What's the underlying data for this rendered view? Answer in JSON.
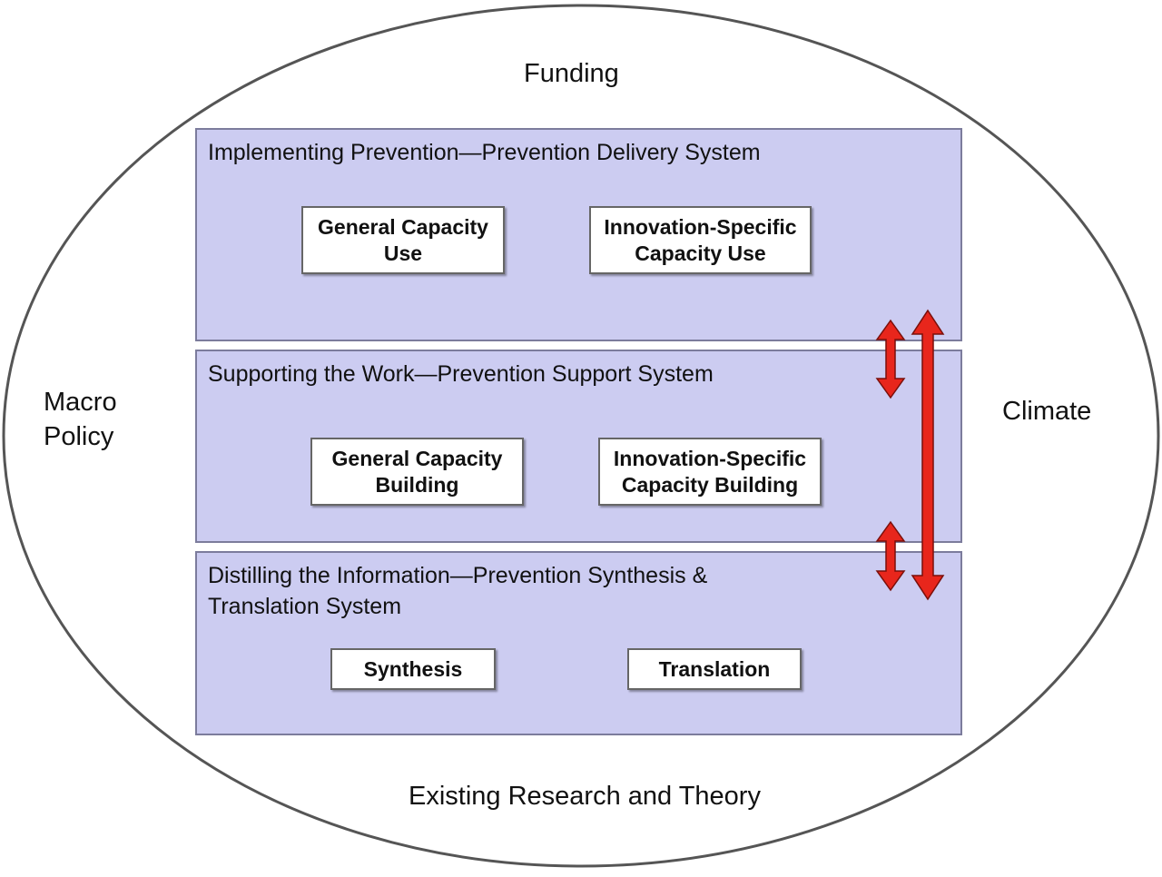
{
  "context": {
    "top": "Funding",
    "left": [
      "Macro",
      "Policy"
    ],
    "right": "Climate",
    "bottom": "Existing Research and Theory"
  },
  "systems": [
    {
      "title": [
        "Implementing Prevention—Prevention Delivery System"
      ],
      "components": [
        [
          "General Capacity",
          "Use"
        ],
        [
          "Innovation-Specific",
          "Capacity Use"
        ]
      ]
    },
    {
      "title": [
        "Supporting the Work—Prevention Support System"
      ],
      "components": [
        [
          "General Capacity",
          "Building"
        ],
        [
          "Innovation-Specific",
          "Capacity Building"
        ]
      ]
    },
    {
      "title": [
        "Distilling the Information—Prevention Synthesis &",
        "Translation System"
      ],
      "components": [
        [
          "Synthesis"
        ],
        [
          "Translation"
        ]
      ]
    }
  ],
  "colors": {
    "panel_fill": "#ccccf1",
    "arrow_fill": "#e8261c",
    "ellipse_stroke": "#555555"
  }
}
